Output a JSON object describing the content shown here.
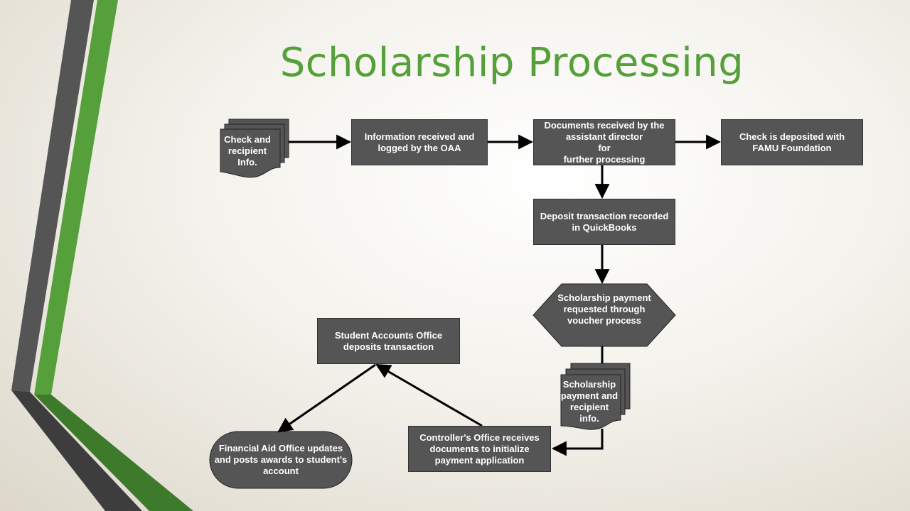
{
  "title": "Scholarship Processing",
  "colors": {
    "accent_green": "#56a03c",
    "box_fill": "#555555",
    "text": "#ffffff",
    "stripe_dark": "#4a4a4a"
  },
  "nodes": {
    "check_info": "Check and\nrecipient\nInfo.",
    "info_received": "Information received and\nlogged by the OAA",
    "docs_received": "Documents received by the\nassistant director\nfor\nfurther processing",
    "check_deposited": "Check is deposited with\nFAMU Foundation",
    "deposit_recorded": "Deposit transaction recorded\nin QuickBooks",
    "payment_requested": "Scholarship payment\nrequested through\nvoucher process",
    "payment_docs": "Scholarship\npayment and\nrecipient\ninfo.",
    "controller_office": "Controller's Office receives\ndocuments to initialize\npayment application",
    "student_accounts": "Student Accounts Office\ndeposits transaction",
    "financial_aid": "Financial Aid Office updates\nand posts awards to student's\naccount"
  }
}
